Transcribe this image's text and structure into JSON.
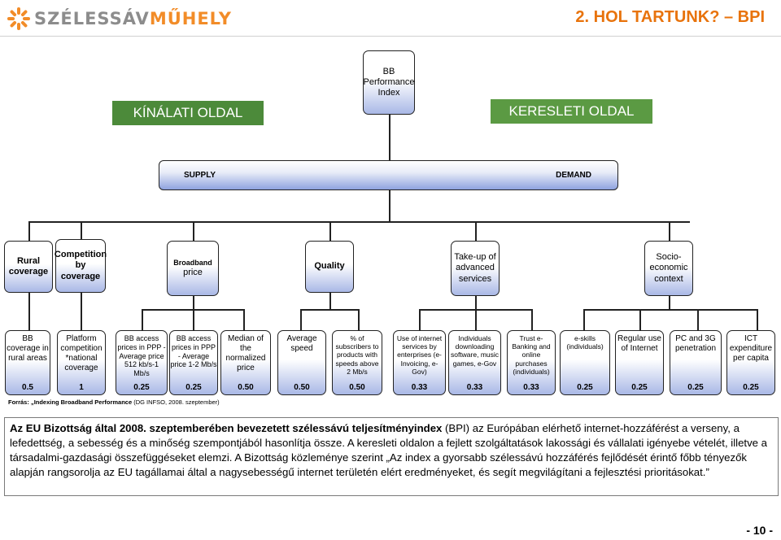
{
  "header": {
    "logo_prefix": "SZÉLESSÁV",
    "logo_accent": "MŰHELY",
    "title": "2. HOL TARTUNK? – BPI"
  },
  "root": {
    "label": "BB Performance Index"
  },
  "sides": {
    "left": "KÍNÁLATI OLDAL",
    "right": "KERESLETI OLDAL"
  },
  "level1": {
    "supply": "SUPPLY",
    "demand": "DEMAND"
  },
  "level2": [
    {
      "label": "Rural coverage"
    },
    {
      "label": "Competition by coverage"
    },
    {
      "label": "Broadband",
      "sub": "price"
    },
    {
      "label": "Quality"
    },
    {
      "label": "Take-up of advanced services"
    },
    {
      "label": "Socio-economic context"
    }
  ],
  "level3": [
    {
      "label": "BB coverage in rural areas",
      "value": "0.5"
    },
    {
      "label": "Platform competition *national coverage",
      "value": "1"
    },
    {
      "label": "BB access prices in PPP - Average price 512 kb/s-1 Mb/s",
      "value": "0.25"
    },
    {
      "label": "BB access prices in PPP - Average price 1-2 Mb/s",
      "value": "0.25"
    },
    {
      "label": "Median of the normalized price",
      "value": "0.50"
    },
    {
      "label": "Average speed",
      "value": "0.50"
    },
    {
      "label": "% of subscribers to products with speeds above 2 Mb/s",
      "value": "0.50"
    },
    {
      "label": "Use of internet services by enterprises (e-Invoicing, e-Gov)",
      "value": "0.33"
    },
    {
      "label": "Individuals downloading software, music games, e-Gov",
      "value": "0.33"
    },
    {
      "label": "Trust e-Banking and online purchases (individuals)",
      "value": "0.33"
    },
    {
      "label": "e-skills (individuals)",
      "value": "0.25"
    },
    {
      "label": "Regular use of Internet",
      "value": "0.25"
    },
    {
      "label": "PC and 3G penetration",
      "value": "0.25"
    },
    {
      "label": "ICT expenditure per capita",
      "value": "0.25"
    }
  ],
  "source": {
    "prefix": "Forrás: „",
    "title": "Indexing Broadband Performance",
    "suffix": " (DG INFSO, 2008. szeptember)"
  },
  "info": {
    "bold_intro": "Az EU Bizottság által 2008. szeptemberében bevezetett szélessávú teljesítményindex",
    "text": " (BPI) az Európában elérhető internet-hozzáférést a verseny, a lefedettség, a sebesség és a minőség szempontjából hasonlítja össze. A keresleti oldalon a fejlett szolgáltatások lakossági és vállalati igényebe vételét, illetve a társadalmi-gazdasági összefüggéseket elemzi. A Bizottság közleménye szerint „Az index a gyorsabb szélessávú hozzáférés fejlődését érintő főbb tényezők alapján rangsorolja az EU tagállamai által a nagysebességű internet területén elért eredményeket, és segít megvilágítani a fejlesztési prioritásokat.”"
  },
  "page": "- 10 -"
}
